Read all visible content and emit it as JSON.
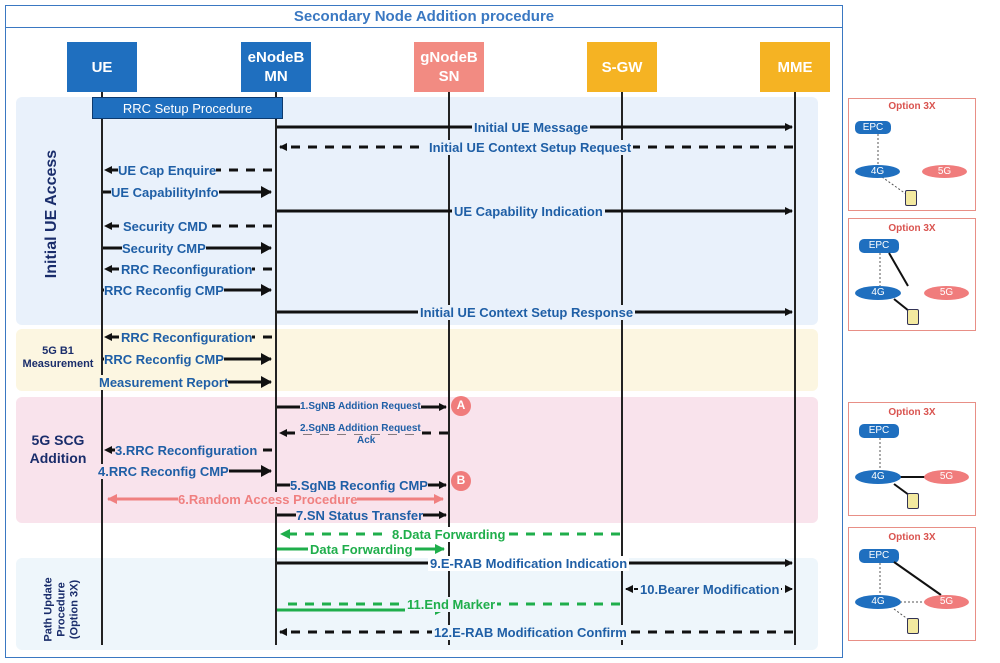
{
  "title": "Secondary Node Addition procedure",
  "entities": {
    "ue": "UE",
    "enb_line1": "eNodeB",
    "enb_line2": "MN",
    "gnb_line1": "gNodeB",
    "gnb_line2": "SN",
    "sgw": "S-GW",
    "mme": "MME"
  },
  "colors": {
    "entity_blue": "#1f6fbf",
    "entity_red": "#f28b82",
    "entity_orange": "#f5b323",
    "band_blue": "#e9f1fb",
    "band_yellow": "#fcf6e1",
    "band_pink": "#f9e3ec",
    "band_light": "#eef6fb",
    "msg_text": "#1f5fa6",
    "green": "#1fae4b",
    "salmon": "#f08080"
  },
  "bands": {
    "initial": "Initial UE Access",
    "b1_line1": "5G B1",
    "b1_line2": "Measurement",
    "scg_line1": "5G SCG",
    "scg_line2": "Addition",
    "path_line1": "Path Update",
    "path_line2": "Procedure",
    "path_line3": "(Option 3X)"
  },
  "rrc_setup": "RRC Setup Procedure",
  "messages": {
    "initial_ue_message": "Initial UE Message",
    "initial_ctx_req": "Initial UE Context Setup Request",
    "ue_cap_enquire": "UE Cap Enquire",
    "ue_cap_info": "UE CapabilityInfo",
    "ue_cap_indication": "UE Capability Indication",
    "security_cmd": "Security CMD",
    "security_cmp": "Security CMP",
    "rrc_reconf_1": "RRC Reconfiguration",
    "rrc_reconf_cmp_1": "RRC Reconfig CMP",
    "initial_ctx_resp": "Initial UE Context Setup Response",
    "rrc_reconf_2": "RRC Reconfiguration",
    "rrc_reconf_cmp_2": "RRC Reconfig CMP",
    "meas_report": "Measurement Report",
    "sgnb_add_req": "1.SgNB Addition Request",
    "sgnb_add_ack_1": "2.SgNB Addition Request",
    "sgnb_add_ack_2": "Ack",
    "rrc_reconf_3": "3.RRC Reconfiguration",
    "rrc_reconf_cmp_3": "4.RRC Reconfig CMP",
    "sgnb_reconf_cmp": "5.SgNB Reconfig CMP",
    "random_access": "6.Random Access Procedure",
    "sn_status": "7.SN Status Transfer",
    "data_forwarding_8": "8.Data Forwarding",
    "data_forwarding": "Data Forwarding",
    "erab_mod_ind": "9.E-RAB Modification Indication",
    "bearer_mod": "10.Bearer Modification",
    "end_marker": "11.End Marker",
    "erab_mod_confirm": "12.E-RAB Modification Confirm"
  },
  "markers": {
    "a": "A",
    "b": "B"
  },
  "options": [
    {
      "title": "Option 3X",
      "epc": "EPC",
      "g4": "4G",
      "g5": "5G"
    },
    {
      "title": "Option 3X",
      "epc": "EPC",
      "g4": "4G",
      "g5": "5G"
    },
    {
      "title": "Option 3X",
      "epc": "EPC",
      "g4": "4G",
      "g5": "5G"
    },
    {
      "title": "Option 3X",
      "epc": "EPC",
      "g4": "4G",
      "g5": "5G"
    }
  ]
}
